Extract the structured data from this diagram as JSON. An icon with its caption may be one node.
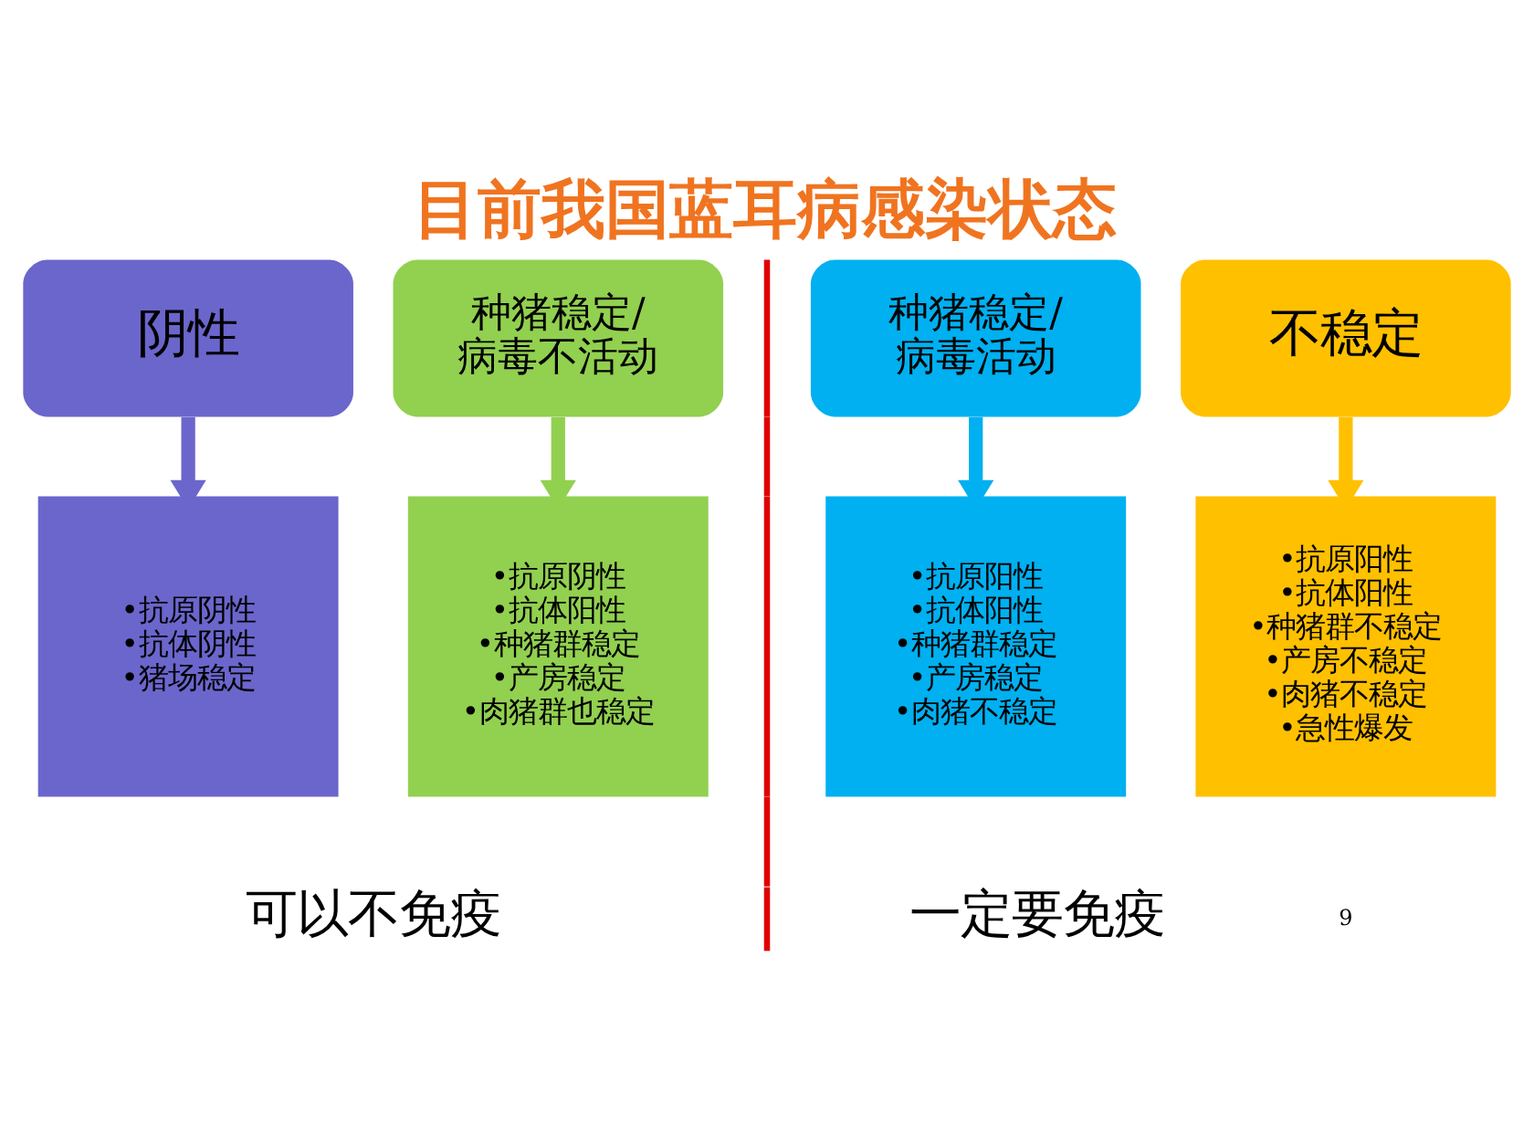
{
  "diagram": {
    "title": "目前我国蓝耳病感染状态",
    "nodes": [
      {
        "text": [
          "阴性"
        ]
      },
      {
        "text": [
          "种猪稳定/病毒不活动"
        ]
      },
      {
        "text": [
          "种猪稳定/病毒活动"
        ]
      },
      {
        "text": [
          "不稳定"
        ]
      },
      {
        "text": [
          "•抗原阴性",
          "•抗体阴性",
          "•猪场稳定"
        ]
      },
      {
        "text": [
          "•抗原阴性",
          "•抗体阳性",
          "•种猪群稳定",
          "•产房稳定",
          "•肉猪群也稳定"
        ]
      },
      {
        "text": [
          "•抗原阳性",
          "•抗体阳性",
          "•种猪群稳定",
          "•产房稳定",
          "•肉猪不稳定"
        ]
      },
      {
        "text": [
          "•抗原阳性",
          "•抗体阳性",
          "•种猪群不稳定",
          "•产房不稳定",
          "•肉猪不稳定",
          "•急性爆发"
        ]
      }
    ],
    "edges": [
      {
        "from": 0,
        "to": 4,
        "arrow": "to",
        "color": "#6b66cc"
      },
      {
        "from": 1,
        "to": 5,
        "arrow": "to",
        "color": "#92d050"
      },
      {
        "from": 2,
        "to": 6,
        "arrow": "to",
        "color": "#00b0f0"
      },
      {
        "from": 3,
        "to": 7,
        "arrow": "to",
        "color": "#ffc000"
      }
    ],
    "labels": [
      "可以不免疫",
      "一定要免疫",
      "9"
    ]
  }
}
